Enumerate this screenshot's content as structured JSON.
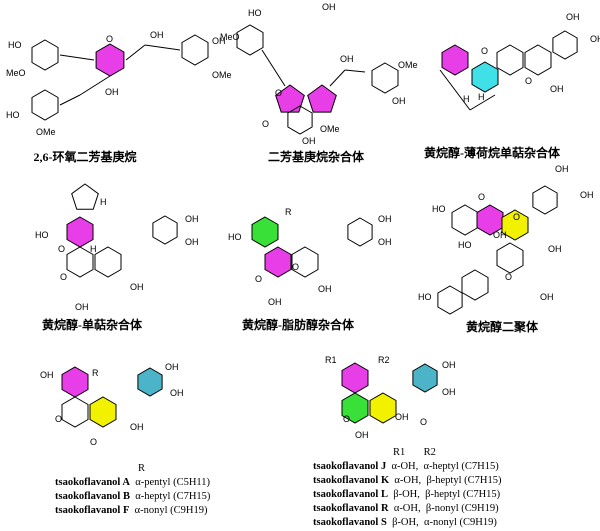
{
  "captions": [
    "2,6-环氧二芳基庚烷",
    "二芳基庚烷杂合体",
    "黄烷醇-薄荷烷单萜杂合体",
    "黄烷醇-单萜杂合体",
    "黄烷醇-脂肪醇杂合体",
    "黄烷醇二聚体"
  ],
  "colors": {
    "magenta": "#e83ee8",
    "cyan": "#3fe0e8",
    "yellow": "#f2f200",
    "green": "#38e038",
    "teal": "#4cb4c8"
  },
  "left_table": {
    "header": "R",
    "rows": [
      {
        "name": "tsaokoflavanol A",
        "r": "α-pentyl (C5H11)"
      },
      {
        "name": "tsaokoflavanol B",
        "r": "α-heptyl (C7H15)"
      },
      {
        "name": "tsaokoflavanol F",
        "r": "α-nonyl (C9H19)"
      }
    ]
  },
  "right_table": {
    "header1": "R1",
    "header2": "R2",
    "rows": [
      {
        "name": "tsaokoflavanol J",
        "r1": "α-OH,",
        "r2": "α-heptyl (C7H15)"
      },
      {
        "name": "tsaokoflavanol K",
        "r1": "α-OH,",
        "r2": "β-heptyl (C7H15)"
      },
      {
        "name": "tsaokoflavanol L",
        "r1": "β-OH,",
        "r2": "β-heptyl (C7H15)"
      },
      {
        "name": "tsaokoflavanol R",
        "r1": "α-OH,",
        "r2": "β-nonyl (C9H19)"
      },
      {
        "name": "tsaokoflavanol S",
        "r1": "β-OH,",
        "r2": "α-nonyl (C9H19)"
      }
    ]
  },
  "atoms": {
    "m1": [
      "HO",
      "MeO",
      "O",
      "OH",
      "OH",
      "OMe",
      "OH",
      "HO",
      "OMe"
    ],
    "m2": [
      "HO",
      "MeO",
      "O",
      "O",
      "OH",
      "OH",
      "OMe",
      "OH",
      "OMe",
      "OH"
    ],
    "m3": [
      "O",
      "H",
      "H",
      "O",
      "OH",
      "OH",
      "OH"
    ],
    "m4": [
      "H",
      "HO",
      "O",
      "H",
      "OH",
      "OH",
      "O",
      "OH",
      "OH"
    ],
    "m5": [
      "HO",
      "R",
      "O",
      "OH",
      "OH",
      "O",
      "OH",
      "OH"
    ],
    "m6": [
      "OH",
      "OH",
      "HO",
      "O",
      "O",
      "OH",
      "HO",
      "OH",
      "O",
      "OH",
      "HO"
    ],
    "m7": [
      "R",
      "O",
      "OH",
      "OH",
      "O",
      "OH",
      "OH"
    ],
    "m8": [
      "R1",
      "R2",
      "O",
      "OH",
      "OH",
      "O",
      "OH",
      "OH"
    ]
  }
}
